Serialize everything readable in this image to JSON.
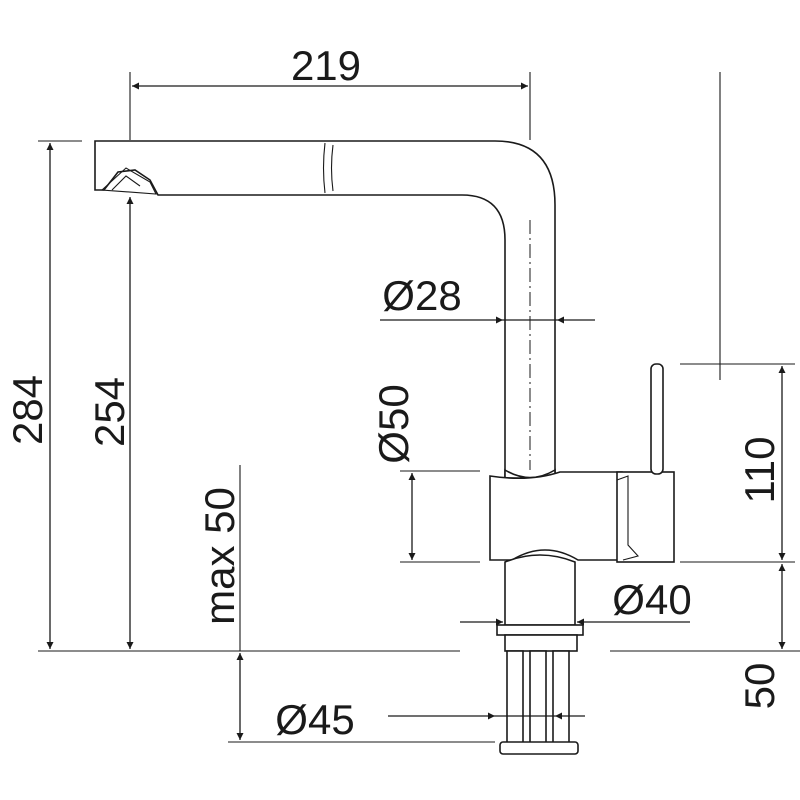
{
  "diagram": {
    "dimensions": {
      "width_219": "219",
      "height_284": "284",
      "height_254": "254",
      "max_50": "max 50",
      "dia_28": "Ø28",
      "dia_50": "Ø50",
      "dia_40": "Ø40",
      "dia_45": "Ø45",
      "height_110": "110",
      "height_50": "50"
    }
  }
}
